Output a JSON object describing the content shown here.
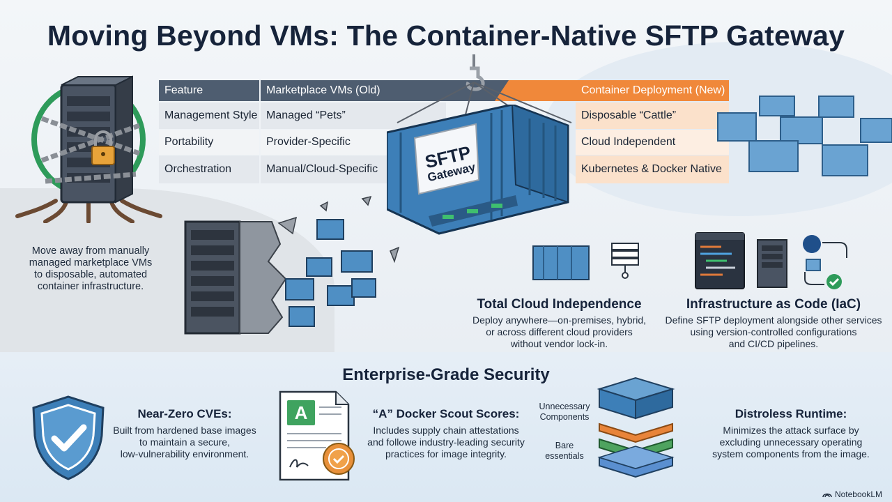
{
  "title": "Moving Beyond VMs: The Container-Native SFTP Gateway",
  "table": {
    "headers": [
      "Feature",
      "Marketplace VMs (Old)",
      "Container Deployment (New)"
    ],
    "rows": [
      [
        "Management Style",
        "Managed “Pets”",
        "Disposable “Cattle”"
      ],
      [
        "Portability",
        "Provider-Specific",
        "Cloud Independent"
      ],
      [
        "Orchestration",
        "Manual/Cloud-Specific",
        "Kubernetes & Docker Native"
      ]
    ]
  },
  "container_label": [
    "SFTP",
    "Gateway"
  ],
  "left_caption": [
    "Move away from manually",
    "managed marketplace VMs",
    "to disposable, automated",
    "container infrastructure."
  ],
  "features": [
    {
      "title": "Total Cloud Independence",
      "desc": [
        "Deploy anywhere—on-premises, hybrid,",
        "or across different cloud providers",
        "without vendor lock-in."
      ]
    },
    {
      "title": "Infrastructure as Code (IaC)",
      "desc": [
        "Define SFTP deployment alongside other services",
        "using version-controlled configurations",
        "and CI/CD pipelines."
      ]
    }
  ],
  "security": {
    "title": "Enterprise-Grade Security",
    "items": [
      {
        "title": "Near-Zero CVEs:",
        "desc": [
          "Built from hardened base images",
          "to maintain a secure,",
          "low-vulnerability environment."
        ]
      },
      {
        "title": "“A” Docker Scout Scores:",
        "desc": [
          "Includes supply chain attestations",
          "and followe industry-leading security",
          "practices for image integrity."
        ]
      },
      {
        "title": "Distroless Runtime:",
        "desc": [
          "Minimizes the attack surface by",
          "excluding unnecessary operating",
          "system components from the image."
        ]
      }
    ],
    "score_letter": "A",
    "layer_labels": [
      [
        "Unnecessary",
        "Components"
      ],
      [
        "Bare",
        "essentials"
      ]
    ]
  },
  "brand": "NotebookLM",
  "colors": {
    "orange": "#f0883a",
    "dark_header": "#4e5d70",
    "container_blue": "#3d7fb8",
    "green": "#2e9b5a"
  }
}
